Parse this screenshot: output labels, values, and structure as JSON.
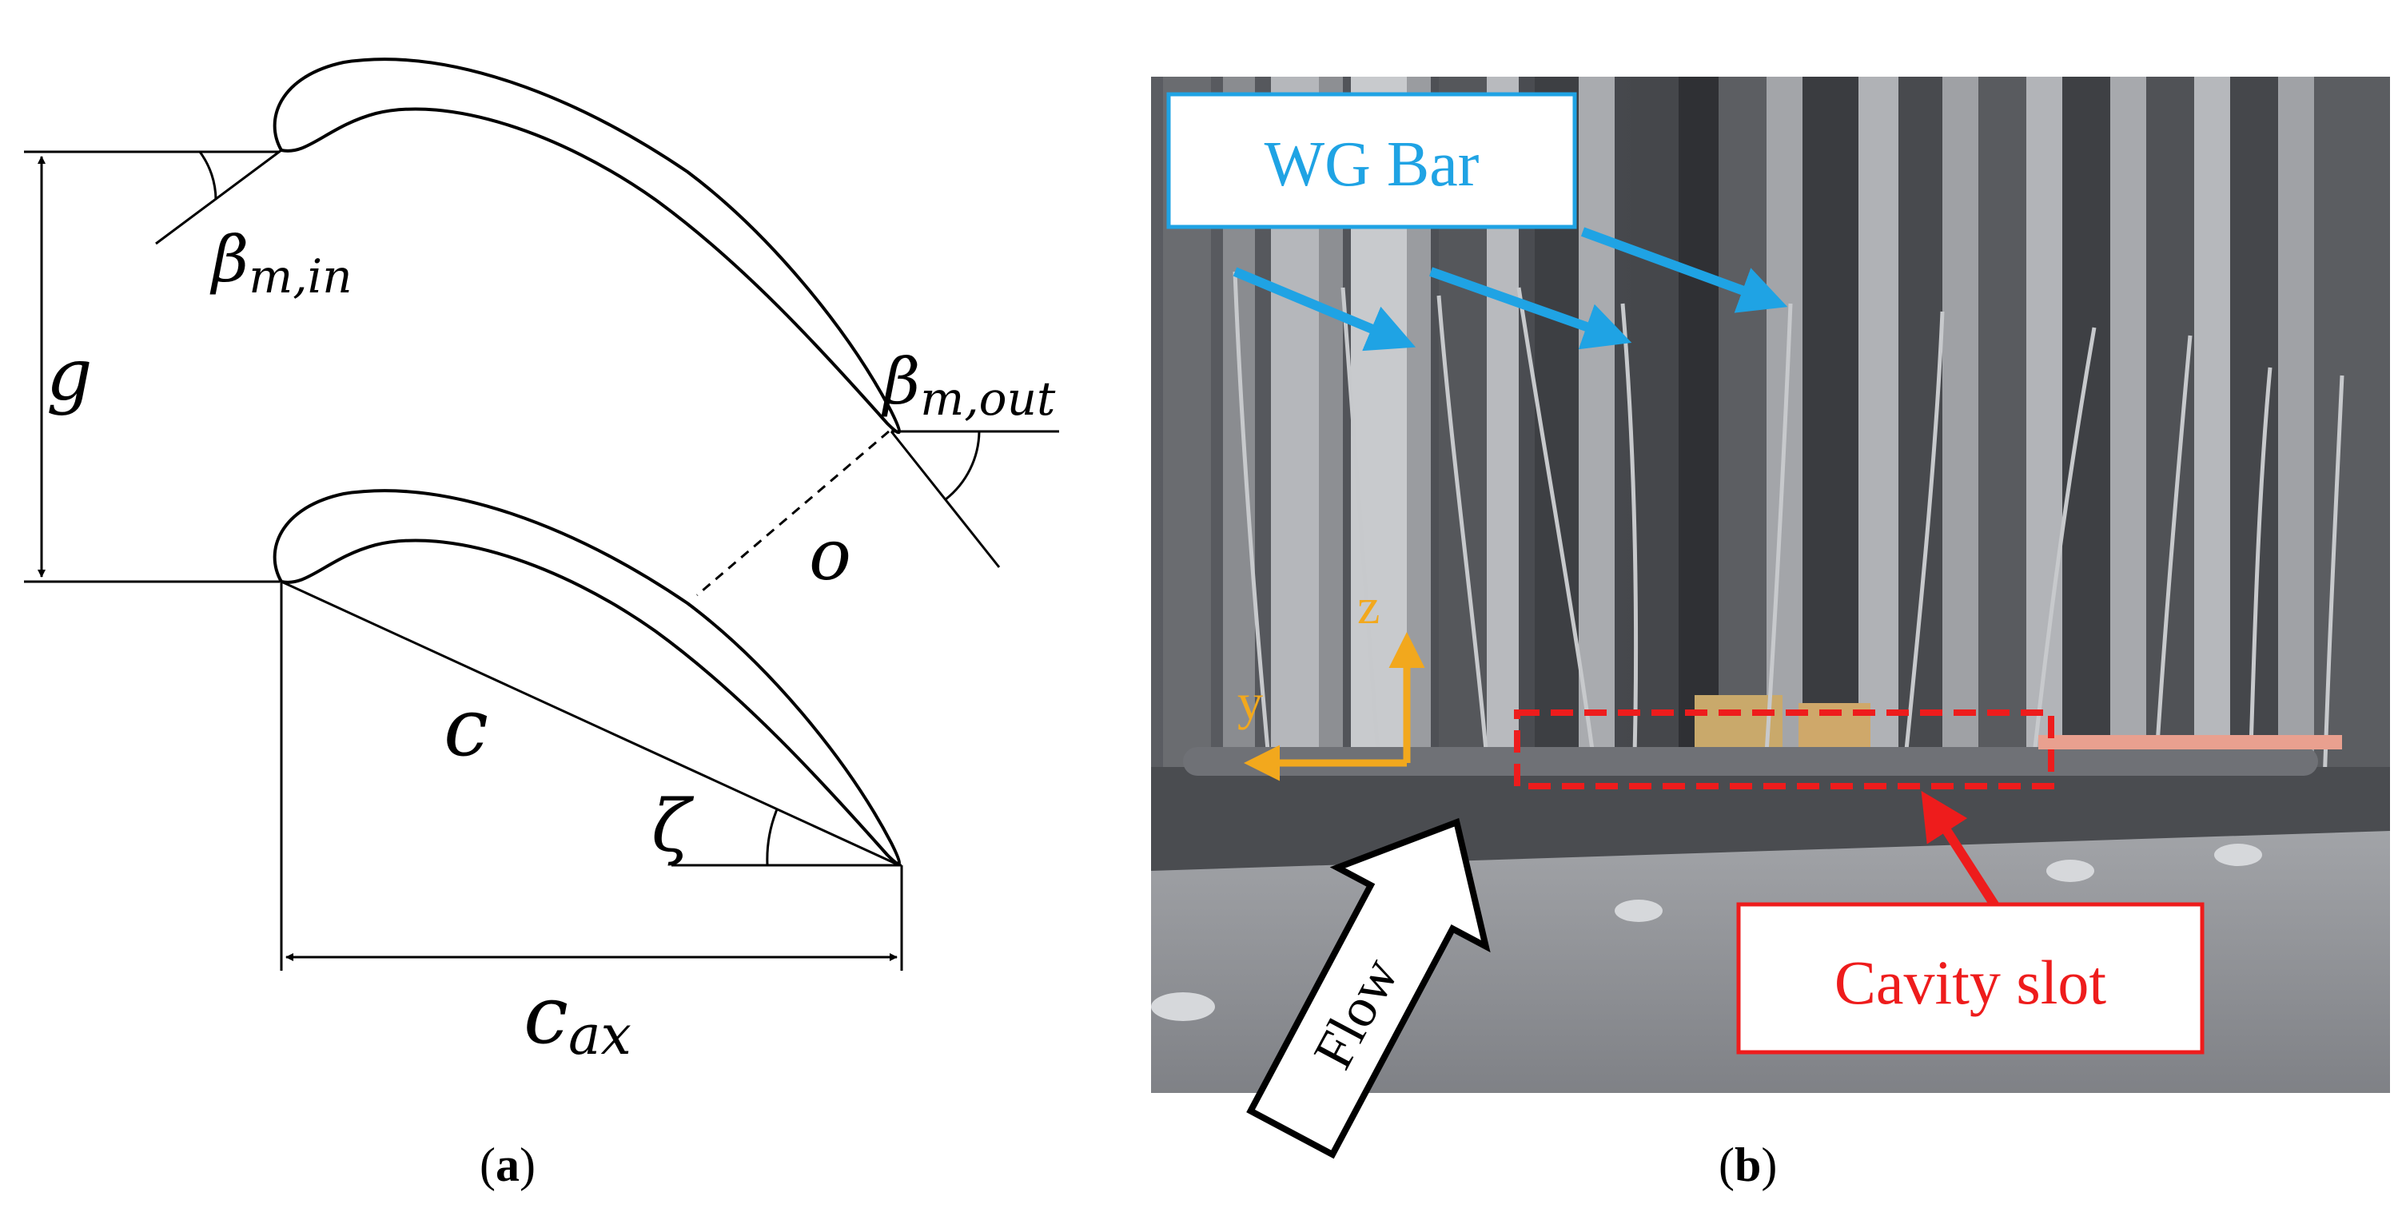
{
  "panel_a": {
    "caption_open": "(",
    "caption_letter": "a",
    "caption_close": ")",
    "labels": {
      "beta_in_symbol": "β",
      "beta_in_sub": "m,in",
      "beta_out_symbol": "β",
      "beta_out_sub": "m,out",
      "pitch": "g",
      "throat": "o",
      "chord": "c",
      "stagger": "ζ",
      "axial_chord_symbol": "c",
      "axial_chord_sub": "ax"
    }
  },
  "panel_b": {
    "caption_open": "(",
    "caption_letter": "b",
    "caption_close": ")",
    "wg_bar_label": "WG Bar",
    "cavity_slot_label": "Cavity slot",
    "flow_label": "Flow",
    "axis_z": "z",
    "axis_y": "y",
    "colors": {
      "wg_label": "#1fa3e4",
      "cavity_label": "#ee1c1c",
      "axes": "#f2a81d"
    }
  }
}
